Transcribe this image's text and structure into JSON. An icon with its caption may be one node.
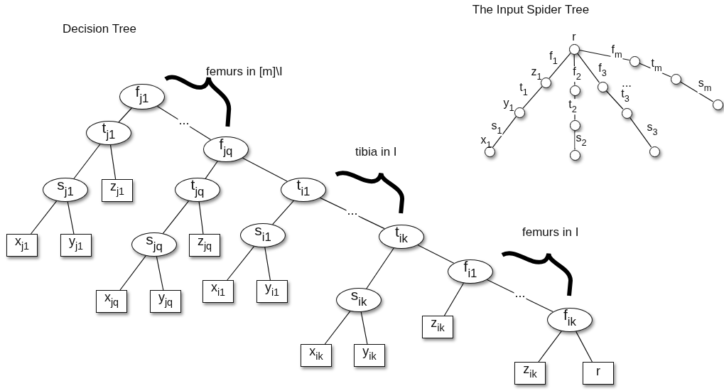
{
  "diagram": {
    "nodes": [
      {
        "text": [
          "f$_{j1}$"
        ]
      },
      {
        "text": [
          "t$_{j1}$"
        ]
      },
      {
        "text": [
          "f$_{jq}$"
        ]
      },
      {
        "text": [
          "s$_{j1}$"
        ]
      },
      {
        "text": [
          "z$_{j1}$"
        ]
      },
      {
        "text": [
          "x$_{j1}$"
        ]
      },
      {
        "text": [
          "y$_{j1}$"
        ]
      },
      {
        "text": [
          "t$_{jq}$"
        ]
      },
      {
        "text": [
          "t$_{i1}$"
        ]
      },
      {
        "text": [
          "s$_{jq}$"
        ]
      },
      {
        "text": [
          "z$_{jq}$"
        ]
      },
      {
        "text": [
          "s$_{i1}$"
        ]
      },
      {
        "text": [
          "x$_{i1}$"
        ]
      },
      {
        "text": [
          "y$_{i1}$"
        ]
      },
      {
        "text": [
          "x$_{jq}$"
        ]
      },
      {
        "text": [
          "y$_{jq}$"
        ]
      },
      {
        "text": [
          "t$_{ik}$"
        ]
      },
      {
        "text": [
          "f$_{i1}$"
        ]
      },
      {
        "text": [
          "s$_{ik}$"
        ]
      },
      {
        "text": [
          "z$_{ik}$"
        ]
      },
      {
        "text": [
          "f$_{ik}$"
        ]
      },
      {
        "text": [
          "x$_{ik}$"
        ]
      },
      {
        "text": [
          "y$_{ik}$"
        ]
      },
      {
        "text": [
          "z$_{ik}$"
        ]
      },
      {
        "text": [
          "r"
        ]
      },
      {
        "text": [],
        "shape": "circle",
        "beside": [
          "r"
        ]
      },
      {
        "text": [],
        "shape": "circle",
        "beside": [
          "z$_{1}$"
        ]
      },
      {
        "text": [],
        "shape": "circle",
        "beside": [
          "y$_{1}$"
        ]
      },
      {
        "text": [],
        "shape": "circle",
        "beside": [
          "x$_{1}$"
        ]
      },
      {
        "text": [],
        "shape": "circle"
      },
      {
        "text": [],
        "shape": "circle"
      },
      {
        "text": [],
        "shape": "circle"
      },
      {
        "text": [],
        "shape": "circle"
      },
      {
        "text": [],
        "shape": "circle"
      },
      {
        "text": [],
        "shape": "circle"
      },
      {
        "text": [],
        "shape": "circle"
      },
      {
        "text": [],
        "shape": "circle"
      },
      {
        "text": [],
        "shape": "circle"
      }
    ],
    "edges": [
      {
        "from": 0,
        "to": 1,
        "arrow": "none"
      },
      {
        "from": 0,
        "to": 2,
        "arrow": "none",
        "label": "..."
      },
      {
        "from": 1,
        "to": 3,
        "arrow": "none"
      },
      {
        "from": 1,
        "to": 4,
        "arrow": "none"
      },
      {
        "from": 3,
        "to": 5,
        "arrow": "none"
      },
      {
        "from": 3,
        "to": 6,
        "arrow": "none"
      },
      {
        "from": 2,
        "to": 7,
        "arrow": "none"
      },
      {
        "from": 2,
        "to": 8,
        "arrow": "none"
      },
      {
        "from": 7,
        "to": 9,
        "arrow": "none"
      },
      {
        "from": 7,
        "to": 10,
        "arrow": "none"
      },
      {
        "from": 9,
        "to": 14,
        "arrow": "none"
      },
      {
        "from": 9,
        "to": 15,
        "arrow": "none"
      },
      {
        "from": 8,
        "to": 11,
        "arrow": "none"
      },
      {
        "from": 8,
        "to": 16,
        "arrow": "none",
        "label": "..."
      },
      {
        "from": 11,
        "to": 12,
        "arrow": "none"
      },
      {
        "from": 11,
        "to": 13,
        "arrow": "none"
      },
      {
        "from": 16,
        "to": 18,
        "arrow": "none"
      },
      {
        "from": 16,
        "to": 17,
        "arrow": "none"
      },
      {
        "from": 18,
        "to": 21,
        "arrow": "none"
      },
      {
        "from": 18,
        "to": 22,
        "arrow": "none"
      },
      {
        "from": 17,
        "to": 19,
        "arrow": "none"
      },
      {
        "from": 17,
        "to": 20,
        "arrow": "none",
        "label": "..."
      },
      {
        "from": 20,
        "to": 23,
        "arrow": "none"
      },
      {
        "from": 20,
        "to": 24,
        "arrow": "none"
      },
      {
        "from": 25,
        "to": 26,
        "arrow": "none",
        "label": "f$_{1}$"
      },
      {
        "from": 26,
        "to": 27,
        "arrow": "none",
        "label": "t$_{1}$"
      },
      {
        "from": 27,
        "to": 28,
        "arrow": "none",
        "label": "s$_{1}$"
      },
      {
        "from": 25,
        "to": 29,
        "arrow": "none",
        "label": "f$_{2}$"
      },
      {
        "from": 29,
        "to": 30,
        "arrow": "none",
        "label": "t$_{2}$"
      },
      {
        "from": 30,
        "to": 31,
        "arrow": "none",
        "label": "s$_{2}$"
      },
      {
        "from": 25,
        "to": 32,
        "arrow": "none",
        "label": "f$_{3}$"
      },
      {
        "from": 32,
        "to": 33,
        "arrow": "none",
        "label": "t$_{3}$"
      },
      {
        "from": 33,
        "to": 34,
        "arrow": "none",
        "label": "s$_{3}$"
      },
      {
        "from": 25,
        "to": 35,
        "arrow": "none",
        "label": "f$_{m}$"
      },
      {
        "from": 35,
        "to": 36,
        "arrow": "none",
        "label": "t$_{m}$"
      },
      {
        "from": 36,
        "to": 37,
        "arrow": "none",
        "label": "s$_{m}$"
      }
    ],
    "labels": [
      "The Input Spider Tree",
      "Decision Tree",
      "femurs in [m]\\I",
      "...",
      "tibia in I",
      "femurs in I"
    ]
  }
}
